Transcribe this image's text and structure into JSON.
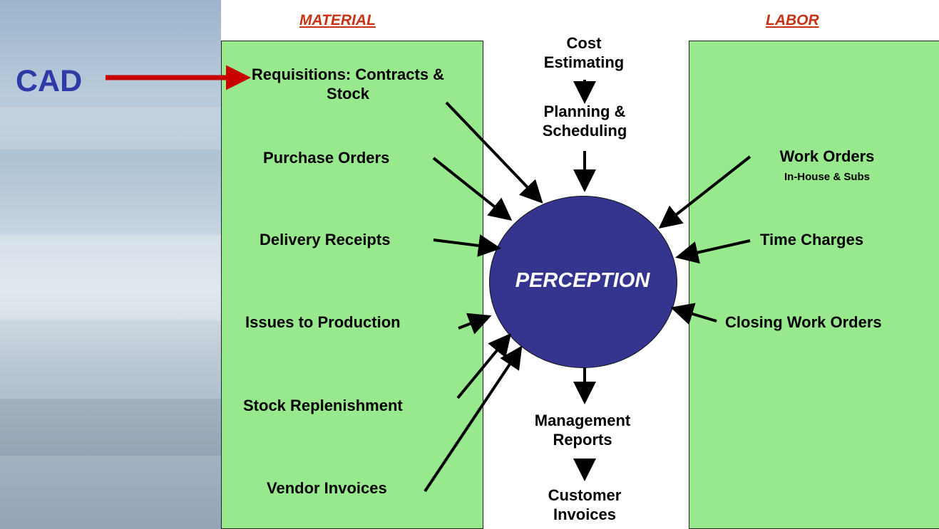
{
  "left_callout": {
    "text": "CAD"
  },
  "headers": {
    "material": "MATERIAL",
    "labor": "LABOR"
  },
  "center": {
    "text": "PERCEPTION"
  },
  "top_flow": [
    "Cost Estimating",
    "Planning & Scheduling"
  ],
  "bottom_flow": [
    "Management Reports",
    "Customer Invoices"
  ],
  "material_items": [
    "Requisitions: Contracts & Stock",
    "Purchase Orders",
    "Delivery Receipts",
    "Issues to Production",
    "Stock Replenishment",
    "Vendor Invoices"
  ],
  "labor_items": [
    {
      "label": "Work Orders",
      "sub": "In-House & Subs"
    },
    {
      "label": "Time Charges"
    },
    {
      "label": "Closing Work Orders"
    }
  ],
  "colors": {
    "green": "#98e98d",
    "ellipse": "#35358f",
    "header": "#c83314",
    "cad": "#2e3aa6",
    "arrow_red": "#c80000"
  }
}
